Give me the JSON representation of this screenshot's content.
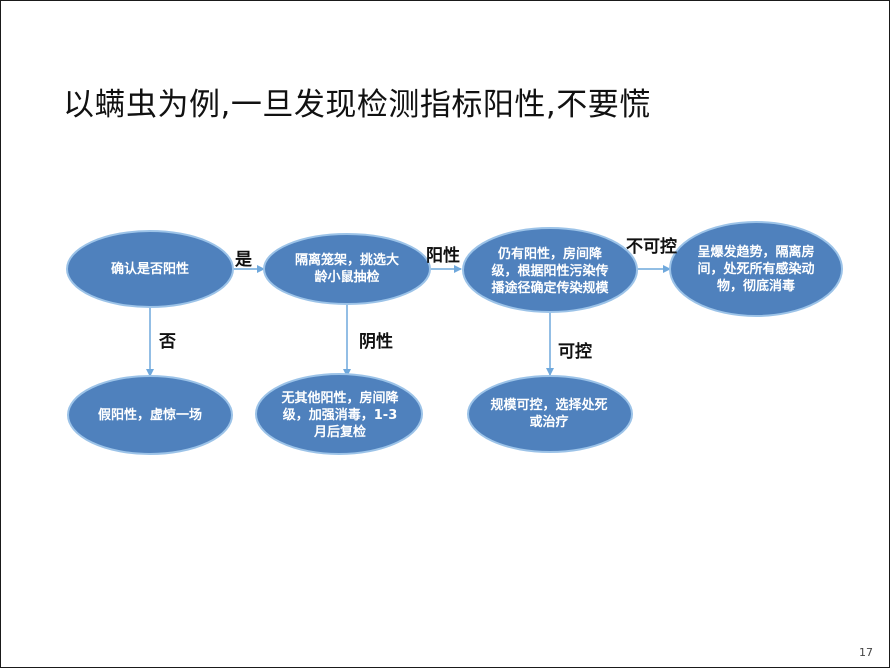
{
  "slide": {
    "title": "以螨虫为例,一旦发现检测指标阳性,不要慌",
    "page_number": "17"
  },
  "colors": {
    "node_fill": "#4f81bd",
    "node_stroke": "#9cc3e8",
    "arrow": "#6fa8dc",
    "text": "#ffffff"
  },
  "nodes": {
    "confirm": "确认是否阳性",
    "false_positive": "假阳性，虚惊一场",
    "isolate": "隔离笼架，挑选大龄小鼠抽检",
    "no_other_positive": "无其他阳性，房间降级，加强消毒，1-3月后复检",
    "still_positive": "仍有阳性，房间降级，根据阳性污染传播途径确定传染规模",
    "controllable": "规模可控，选择处死或治疗",
    "outbreak": "呈爆发趋势，隔离房间，处死所有感染动物，彻底消毒"
  },
  "edges": {
    "yes": "是",
    "no": "否",
    "positive": "阳性",
    "negative": "阴性",
    "uncontrollable": "不可控",
    "controllable": "可控"
  }
}
